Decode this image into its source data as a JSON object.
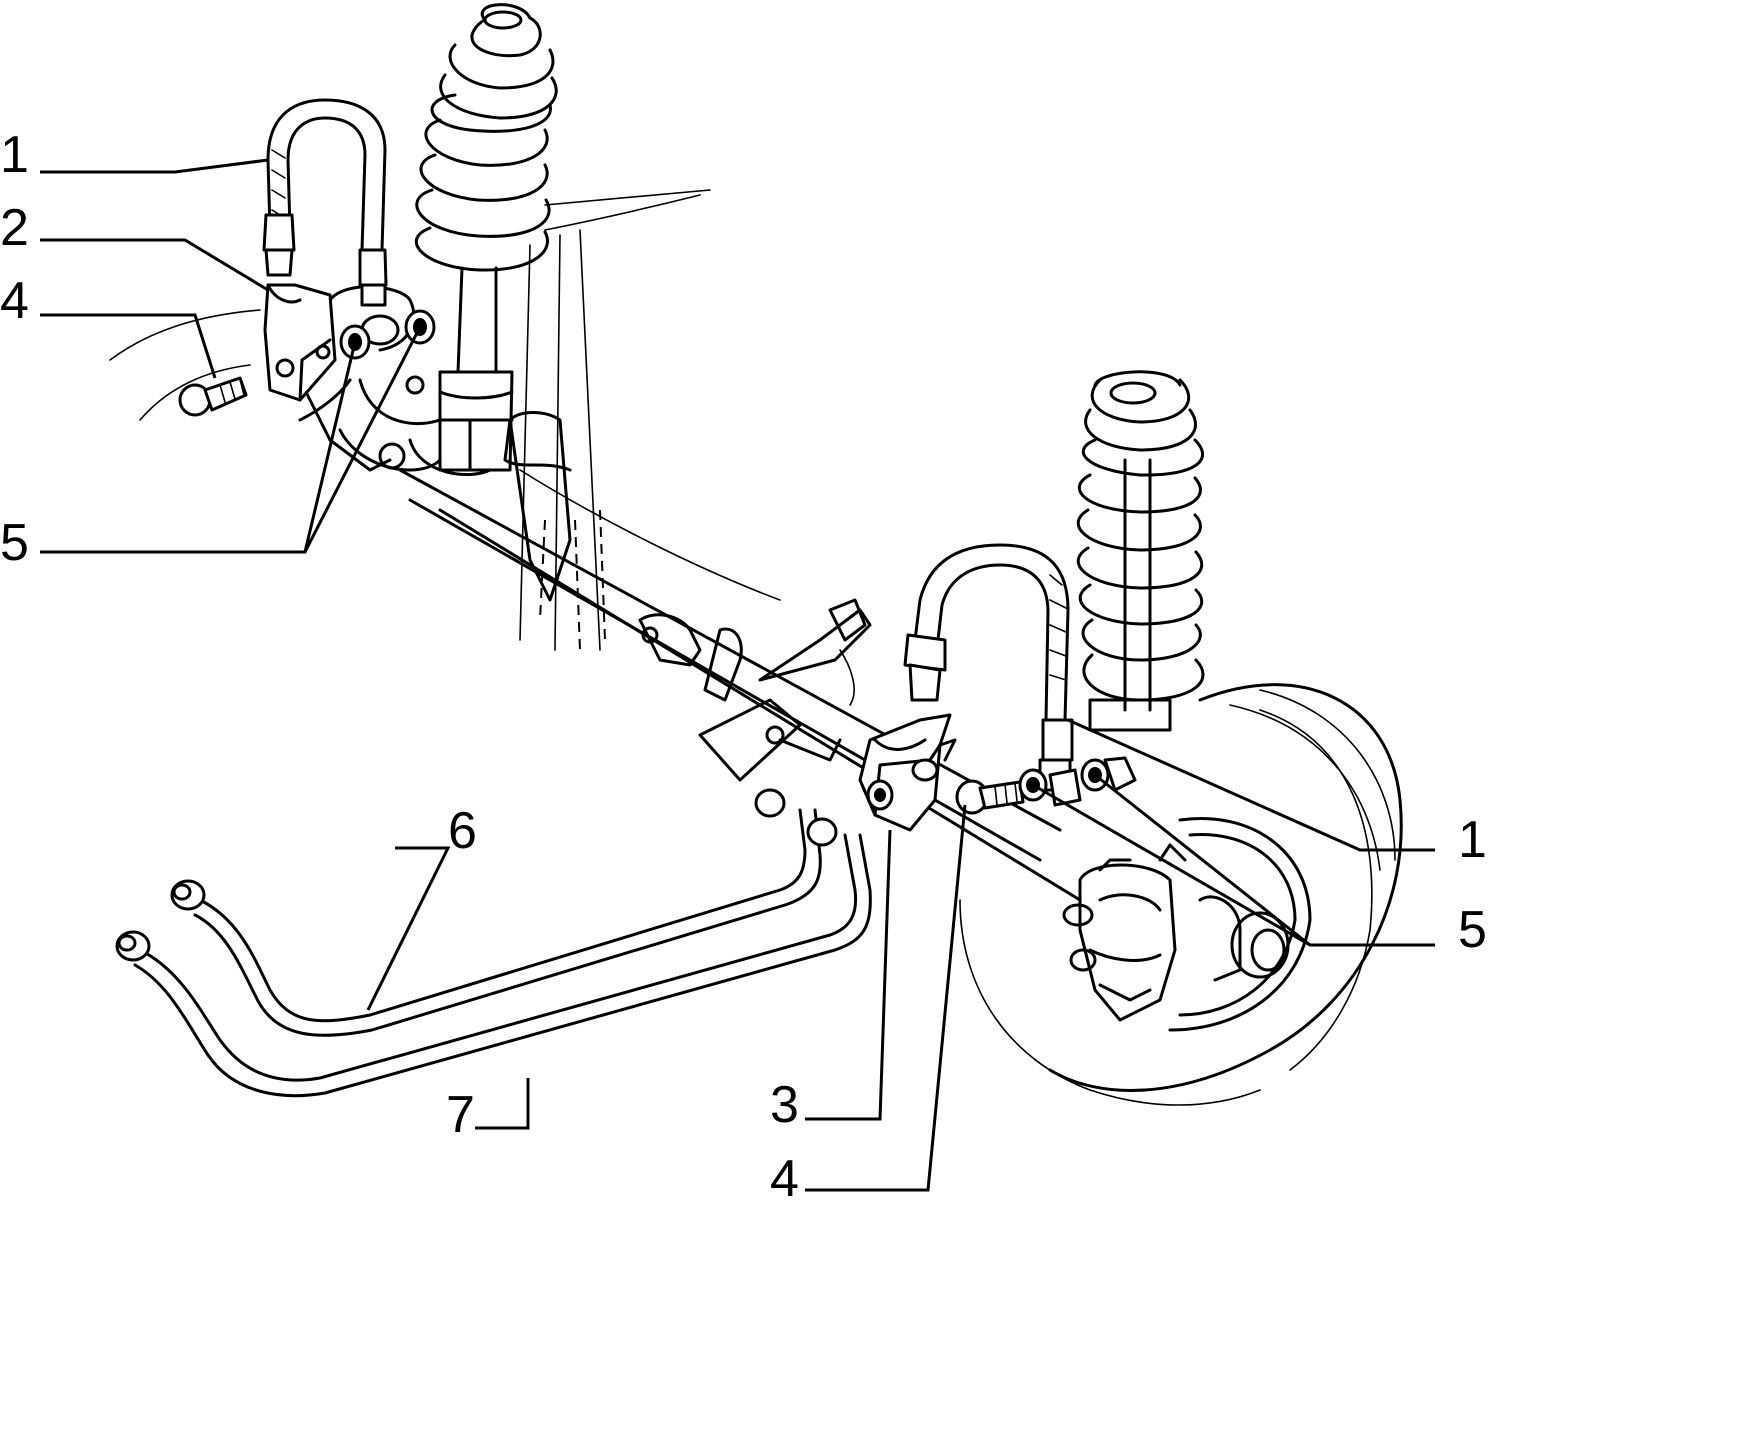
{
  "diagram": {
    "callouts": [
      {
        "id": "c1-left",
        "label": "1"
      },
      {
        "id": "c2-left",
        "label": "2"
      },
      {
        "id": "c4-left",
        "label": "4"
      },
      {
        "id": "c5-left",
        "label": "5"
      },
      {
        "id": "c6",
        "label": "6"
      },
      {
        "id": "c7",
        "label": "7"
      },
      {
        "id": "c3",
        "label": "3"
      },
      {
        "id": "c4-right",
        "label": "4"
      },
      {
        "id": "c1-right",
        "label": "1"
      },
      {
        "id": "c5-right",
        "label": "5"
      }
    ]
  }
}
